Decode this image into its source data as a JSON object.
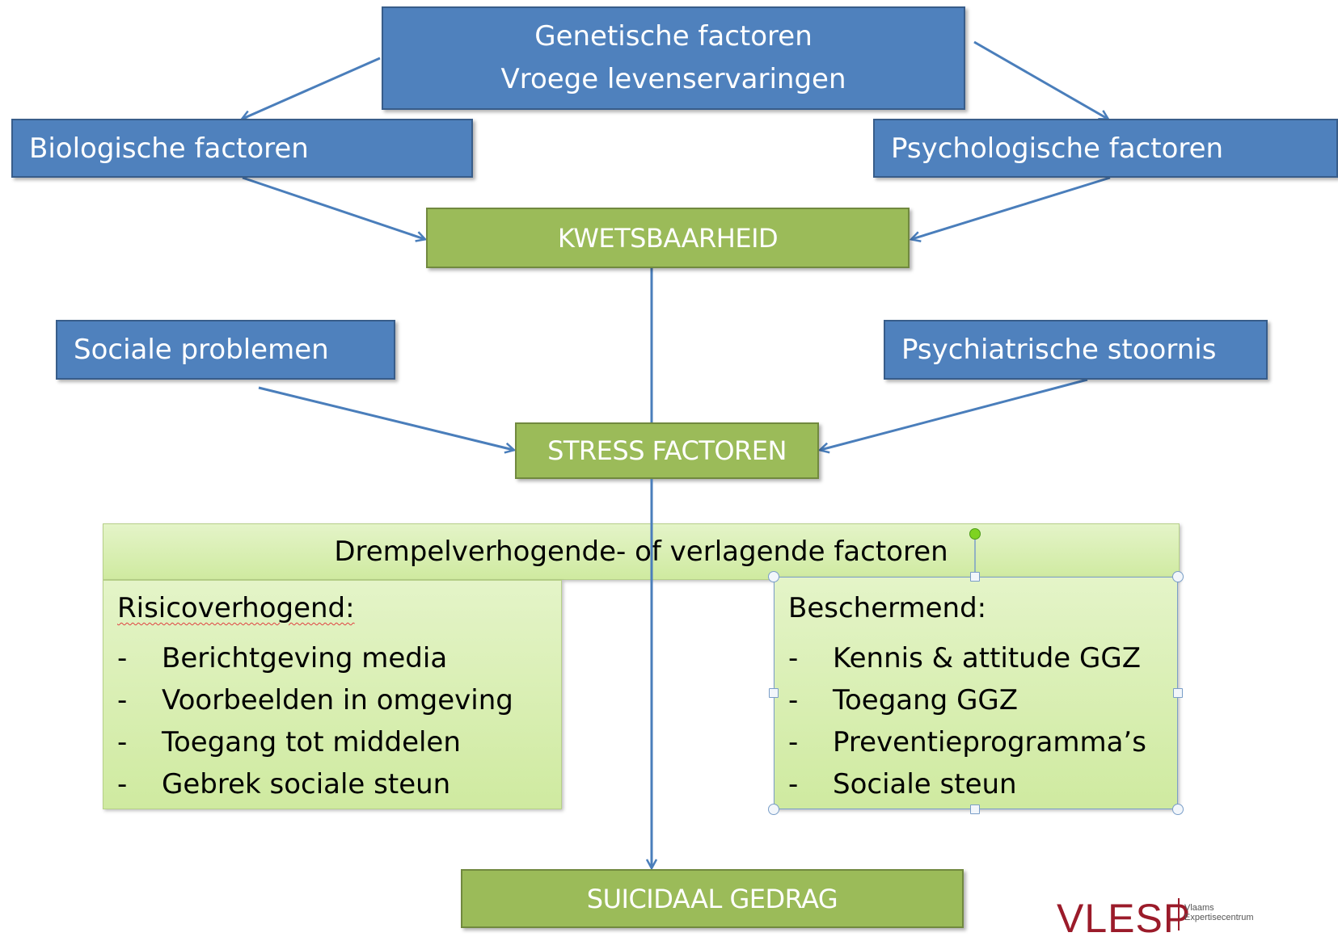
{
  "nodes": {
    "genetic": {
      "line1": "Genetische factoren",
      "line2": "Vroege levenservaringen"
    },
    "biological": "Biologische factoren",
    "psychological": "Psychologische factoren",
    "vulnerability": "KWETSBAARHEID",
    "social_problems": "Sociale problemen",
    "psychiatric": "Psychiatrische stoornis",
    "stress": "STRESS FACTOREN",
    "threshold": "Drempelverhogende- of verlagende factoren",
    "suicidal": "SUICIDAAL GEDRAG"
  },
  "risk": {
    "title": "Risicoverhogend:",
    "items": [
      "Berichtgeving media",
      "Voorbeelden in omgeving",
      "Toegang tot middelen",
      "Gebrek sociale steun"
    ]
  },
  "protective": {
    "title": "Beschermend:",
    "items": [
      "Kennis & attitude GGZ",
      "Toegang GGZ",
      "Preventieprogramma’s",
      "Sociale steun"
    ]
  },
  "logo": {
    "mark": "VLESP",
    "line1": "Vlaams",
    "line2": "Expertisecentrum"
  },
  "colors": {
    "blue": "#4f81bd",
    "green": "#9bbb59",
    "arrow": "#4a7ebb",
    "logo": "#9b1b2a"
  }
}
